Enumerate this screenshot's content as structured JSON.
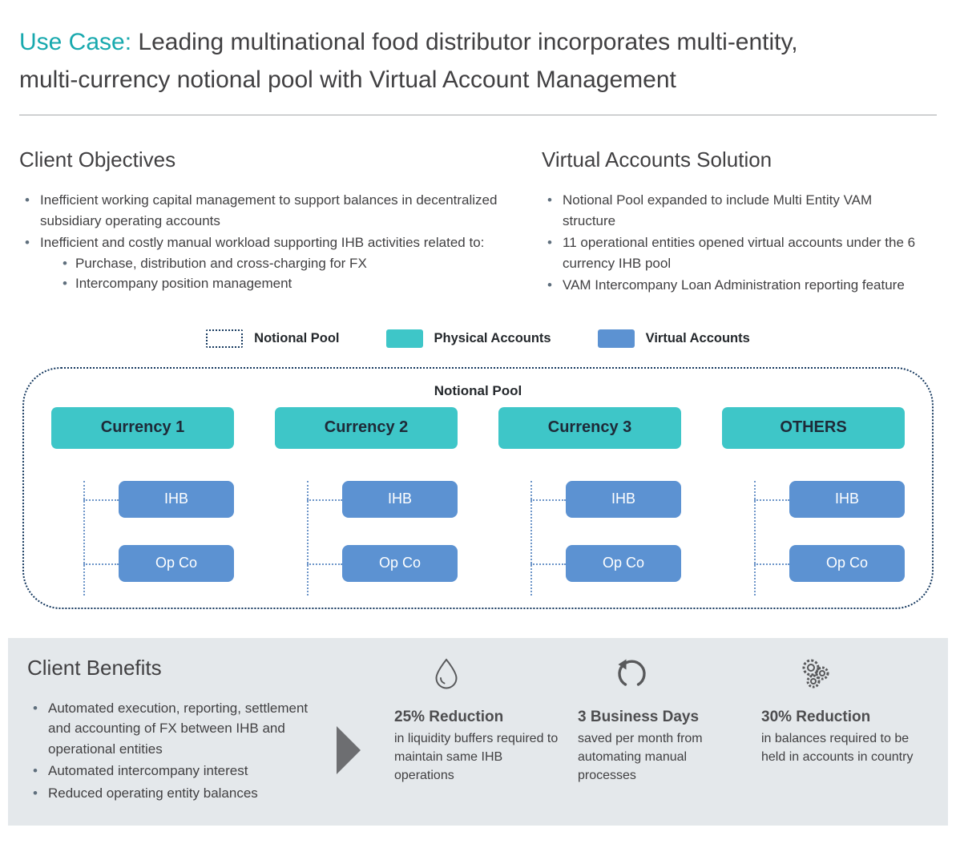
{
  "header": {
    "use_case_label": "Use Case:",
    "title_rest": "Leading multinational food distributor incorporates multi-entity, multi-currency notional pool with Virtual Account Management"
  },
  "objectives": {
    "heading": "Client Objectives",
    "bullets": [
      {
        "text": "Inefficient working capital management to support balances in decentralized subsidiary operating accounts"
      },
      {
        "text": "Inefficient and costly manual workload supporting IHB activities related to:",
        "sub": [
          "Purchase, distribution and cross-charging for FX",
          "Intercompany position management"
        ]
      }
    ]
  },
  "solution": {
    "heading": "Virtual Accounts Solution",
    "bullets": [
      {
        "text": "Notional Pool expanded to include Multi Entity VAM structure"
      },
      {
        "text": "11 operational entities opened virtual accounts under the 6 currency IHB pool"
      },
      {
        "text": "VAM Intercompany Loan Administration reporting feature"
      }
    ]
  },
  "legend": {
    "items": [
      {
        "label": "Notional Pool",
        "swatch": "dotted-outline"
      },
      {
        "label": "Physical Accounts",
        "swatch": "teal"
      },
      {
        "label": "Virtual Accounts",
        "swatch": "blue"
      }
    ]
  },
  "diagram": {
    "title": "Notional Pool",
    "columns": [
      {
        "currency": "Currency 1",
        "children": [
          "IHB",
          "Op Co"
        ]
      },
      {
        "currency": "Currency 2",
        "children": [
          "IHB",
          "Op Co"
        ]
      },
      {
        "currency": "Currency 3",
        "children": [
          "IHB",
          "Op Co"
        ]
      },
      {
        "currency": "OTHERS",
        "children": [
          "IHB",
          "Op Co"
        ]
      }
    ]
  },
  "benefits": {
    "heading": "Client Benefits",
    "bullets": [
      {
        "text": "Automated execution, reporting, settlement and accounting of FX between IHB and operational entities"
      },
      {
        "text": "Automated intercompany interest"
      },
      {
        "text": "Reduced operating entity balances"
      }
    ],
    "stats": [
      {
        "icon": "droplet-icon",
        "title": "25% Reduction",
        "desc": "in liquidity buffers required to maintain same IHB operations"
      },
      {
        "icon": "refresh-icon",
        "title": "3 Business Days",
        "desc": "saved per month from automating manual processes"
      },
      {
        "icon": "globe-gears-icon",
        "title": "30% Reduction",
        "desc": "in balances required to be held in accounts in country"
      }
    ]
  },
  "colors": {
    "accent_teal_text": "#18A9AE",
    "teal_box": "#3EC6C8",
    "blue_box": "#5C92D2",
    "navy_dotted": "#16395F",
    "benefits_background": "#E4E8EB",
    "arrow_gray": "#6D6E71"
  }
}
